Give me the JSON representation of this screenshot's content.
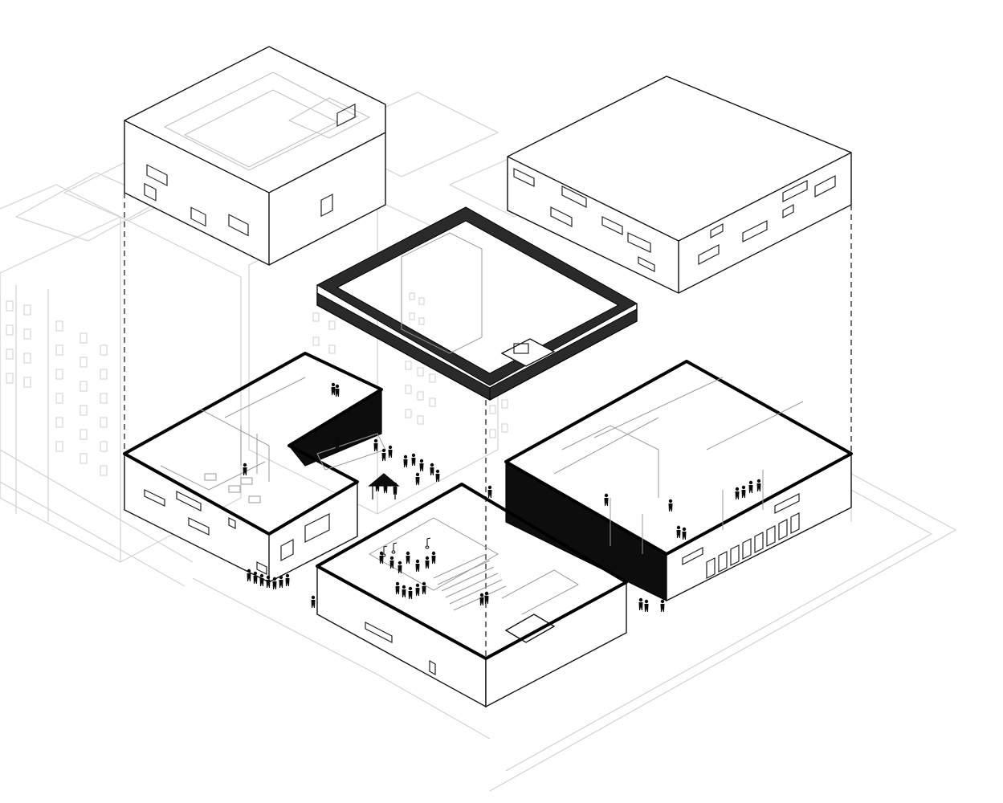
{
  "diagram": {
    "type": "exploded-axonometric",
    "text_labels": [],
    "elements": [
      "context-buildings",
      "floating-volume-left",
      "floating-volume-right",
      "perforated-courtyard-ring",
      "volume-west",
      "volume-south-auditorium",
      "volume-east-gallery",
      "courtyard-pavilion",
      "people-silhouettes",
      "projection-dashed-lines"
    ],
    "colors": {
      "background": "#ffffff",
      "line": "#111111",
      "context": "#d2d2d2",
      "solid_wall": "#0d0d0d"
    }
  }
}
